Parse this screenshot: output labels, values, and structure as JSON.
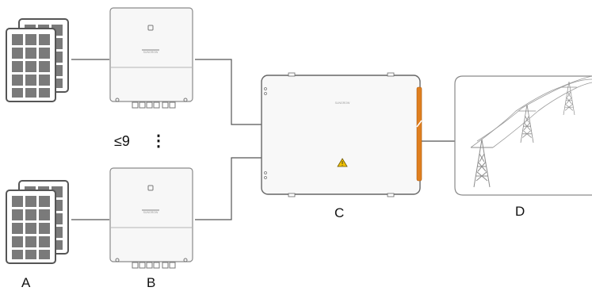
{
  "labels": {
    "pv_array": "A",
    "inverter": "B",
    "combiner_box": "C",
    "grid": "D"
  },
  "quantity_note": "≤9",
  "ellipsis": "⋮",
  "brand_mark": "SUNGROW",
  "colors": {
    "stroke": "#555555",
    "panel_cell": "#7a7a7a",
    "panel_frame": "#555555",
    "device_body": "#f6f6f6",
    "device_outline": "#8a8a8a",
    "accent_strip": "#e07f1f",
    "warning": "#f2c200"
  },
  "icons": {
    "warning": "warning-triangle-icon",
    "pylon": "transmission-tower-icon"
  }
}
